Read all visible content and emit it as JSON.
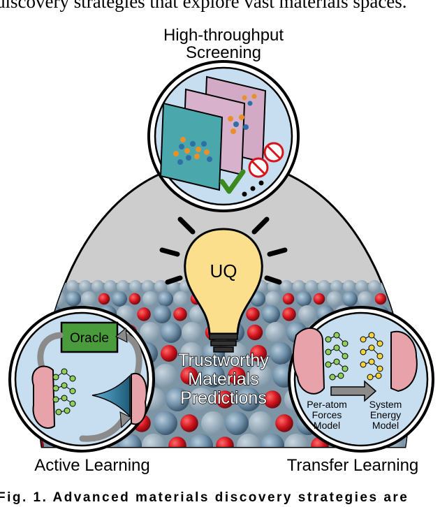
{
  "top_text": "discovery strategies that explore vast materials spaces.",
  "labels": {
    "hts_line1": "High-throughput",
    "hts_line2": "Screening",
    "uq": "UQ",
    "oracle": "Oracle",
    "trust_line1": "Trustworthy",
    "trust_line2": "Materials",
    "trust_line3": "Predictions",
    "per_atom_1": "Per-atom",
    "per_atom_2": "Forces",
    "per_atom_3": "Model",
    "system_1": "System",
    "system_2": "Energy",
    "system_3": "Model",
    "active_learning": "Active Learning",
    "transfer_learning": "Transfer Learning"
  },
  "caption_text": "Fig. 1. Advanced materials discovery strategies are",
  "colors": {
    "triangle_fill": "#cdcdcd",
    "oxygen_atom": "#d0141e",
    "metal_atom": "#6f8fa8",
    "bulb_fill": "#fcdf8c",
    "oracle_fill": "#4a9b3b",
    "brain_fill": "#e8a2aa",
    "check_green": "#3a8a1e",
    "no_red": "#d9131b"
  }
}
